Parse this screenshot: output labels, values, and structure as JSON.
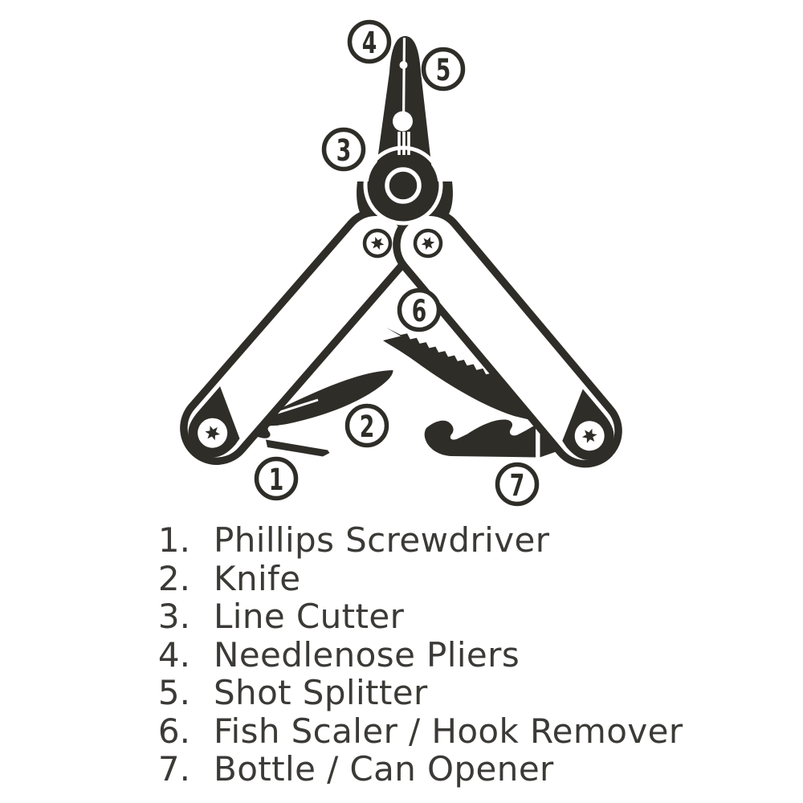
{
  "figure": {
    "type": "labeled-diagram",
    "subject": "Fishing multi-tool with numbered part callouts and legend"
  },
  "colors": {
    "background": "#ffffff",
    "ink": "#2e2d28",
    "text": "#3b3a37"
  },
  "tools": [
    {
      "id": "1",
      "dot": "1.",
      "label": "Phillips Screwdriver"
    },
    {
      "id": "2",
      "dot": "2.",
      "label": "Knife"
    },
    {
      "id": "3",
      "dot": "3.",
      "label": "Line Cutter"
    },
    {
      "id": "4",
      "dot": "4.",
      "label": "Needlenose Pliers"
    },
    {
      "id": "5",
      "dot": "5.",
      "label": "Shot Splitter"
    },
    {
      "id": "6",
      "dot": "6.",
      "label": "Fish Scaler / Hook Remover"
    },
    {
      "id": "7",
      "dot": "7.",
      "label": "Bottle / Can Opener"
    }
  ]
}
